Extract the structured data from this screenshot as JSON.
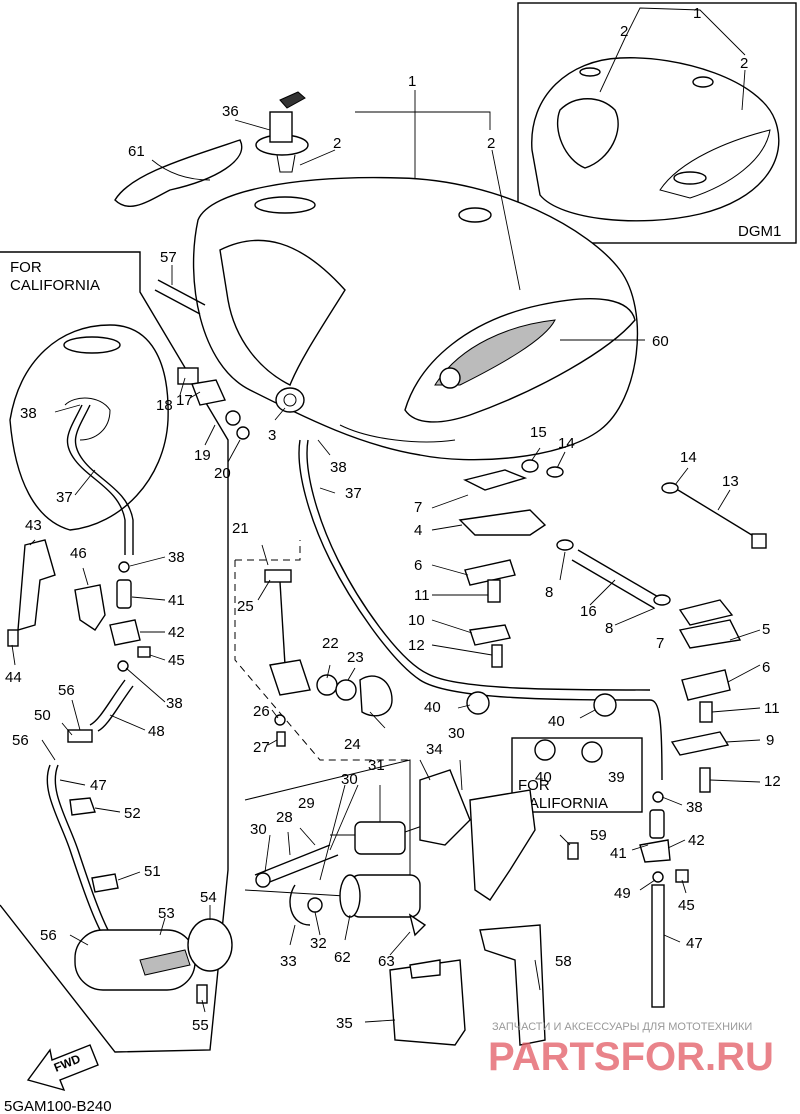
{
  "diagram_code": "5GAM100-B240",
  "inset_label": "DGM1",
  "california_label_line1": "FOR",
  "california_label_line2": "CALIFORNIA",
  "fwd_label": "FWD",
  "watermark_line1": "ЗАПЧАСТИ И АКСЕССУАРЫ ДЛЯ МОТОТЕХНИКИ",
  "watermark_line2": "PARTSFOR.RU",
  "callouts": [
    "1",
    "2",
    "3",
    "4",
    "5",
    "6",
    "7",
    "8",
    "9",
    "10",
    "11",
    "12",
    "13",
    "14",
    "15",
    "16",
    "17",
    "18",
    "19",
    "20",
    "21",
    "22",
    "23",
    "24",
    "25",
    "26",
    "27",
    "28",
    "29",
    "30",
    "31",
    "32",
    "33",
    "34",
    "35",
    "36",
    "37",
    "38",
    "39",
    "40",
    "41",
    "42",
    "43",
    "44",
    "45",
    "46",
    "47",
    "48",
    "49",
    "50",
    "51",
    "52",
    "53",
    "54",
    "55",
    "56",
    "57",
    "58",
    "59",
    "60",
    "61",
    "62",
    "63"
  ]
}
